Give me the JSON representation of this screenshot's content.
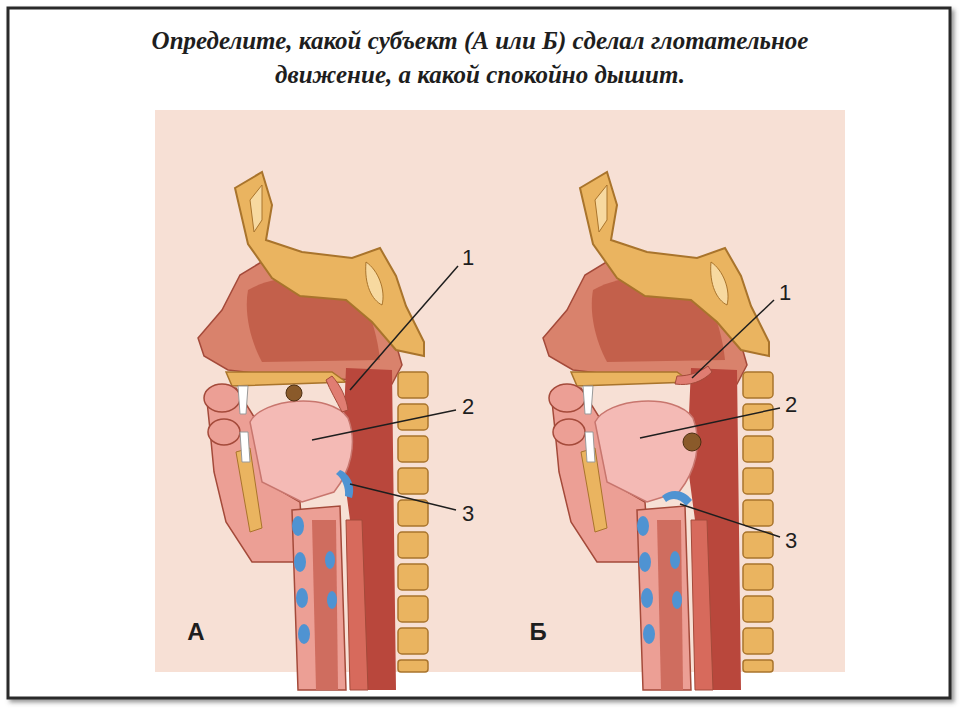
{
  "diagram": {
    "title": "Определите, какой субъект (А или Б) сделал глотательное движение, а какой спокойно дышит.",
    "labels": [
      "1",
      "2",
      "3",
      "1",
      "2",
      "3",
      "А",
      "Б"
    ]
  }
}
